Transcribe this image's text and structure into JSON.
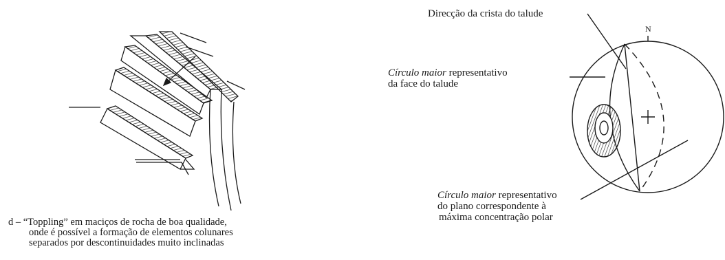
{
  "left": {
    "caption_line1": "d – “Toppling” em maciços de rocha de boa qualidade,",
    "caption_line2": "onde é possível a formação de elementos colunares",
    "caption_line3": "separados por descontinuidades muito inclinadas"
  },
  "right": {
    "north_label": "N",
    "crest_label": "Direcção da crista do talude",
    "face_label_italic": "Círculo maior",
    "face_label_rest": " representativo",
    "face_label_line2": "da face do talude",
    "plane_label_italic": "Círculo maior",
    "plane_label_rest": " representativo",
    "plane_label_line2": "do plano correspondente à",
    "plane_label_line3": "máxima concentração  polar"
  }
}
